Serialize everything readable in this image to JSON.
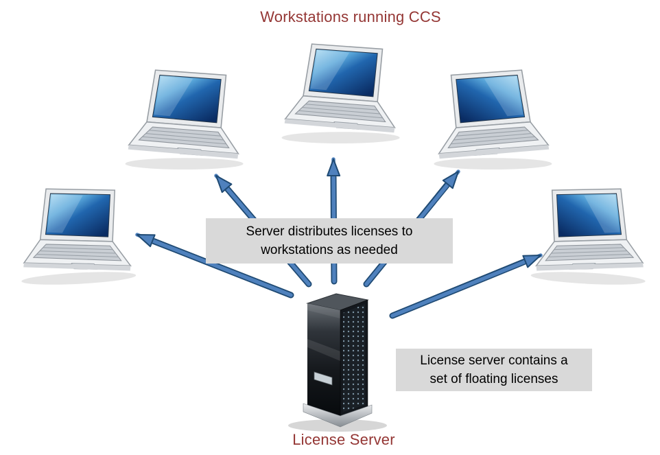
{
  "diagram": {
    "title": "Workstations running CCS",
    "server_label": "License Server",
    "callouts": {
      "distribute": "Server distributes licenses to workstations as needed",
      "floating": "License server contains a set of floating licenses"
    },
    "icons": {
      "workstation": "laptop-icon",
      "server": "server-tower-icon",
      "connector": "arrow-icon"
    },
    "workstation_count": 5,
    "colors": {
      "title_text": "#943634",
      "body_text": "#000000",
      "callout_background": "#d9d9d9",
      "arrow_fill": "#4f81bd",
      "arrow_outline": "#1f4a73",
      "laptop_screen_blue": "#2166ae",
      "background": "#ffffff"
    }
  }
}
